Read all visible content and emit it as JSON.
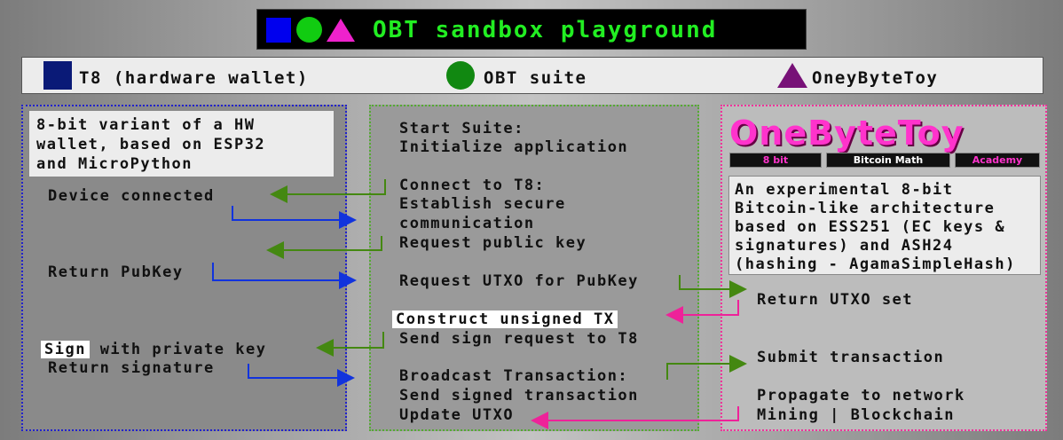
{
  "title": "OBT sandbox playground",
  "legend": {
    "t8": "T8 (hardware wallet)",
    "suite": "OBT suite",
    "toy": "OneyByteToy"
  },
  "colors": {
    "blue": "#0000ee",
    "green": "#11cc11",
    "magenta": "#ee22cc",
    "legend_navy": "#0a1a77",
    "legend_green": "#118811",
    "legend_purple": "#771177",
    "title_text": "#22ee22",
    "arrow_blue": "#1133dd",
    "arrow_green": "#448811",
    "arrow_pink": "#ee2299"
  },
  "t8": {
    "description": [
      "8-bit variant of a HW",
      "wallet, based on ESP32",
      "and MicroPython"
    ],
    "device_connected": "Device connected",
    "return_pubkey": "Return PubKey",
    "sign_word": "Sign",
    "sign_rest": " with private key",
    "return_signature": "Return signature"
  },
  "suite": {
    "start": [
      "Start Suite:",
      "Initialize application"
    ],
    "connect": [
      "Connect to T8:",
      "Establish secure",
      "communication",
      "Request public key"
    ],
    "request_utxo": "Request UTXO for PubKey",
    "construct": "Construct unsigned TX",
    "send_sign": "Send sign request to T8",
    "broadcast": [
      "Broadcast Transaction:",
      "Send signed transaction",
      "Update UTXO"
    ]
  },
  "toy": {
    "logo": "OneByteToy",
    "tags": [
      "8 bit",
      "Bitcoin Math",
      "Academy"
    ],
    "description": [
      "An experimental 8-bit",
      "Bitcoin-like architecture",
      "based on ESS251 (EC keys &",
      "signatures) and ASH24",
      "(hashing - AgamaSimpleHash)"
    ],
    "return_utxo": "Return UTXO set",
    "submit": "Submit transaction",
    "propagate": [
      "Propagate to network",
      "Mining | Blockchain"
    ]
  }
}
